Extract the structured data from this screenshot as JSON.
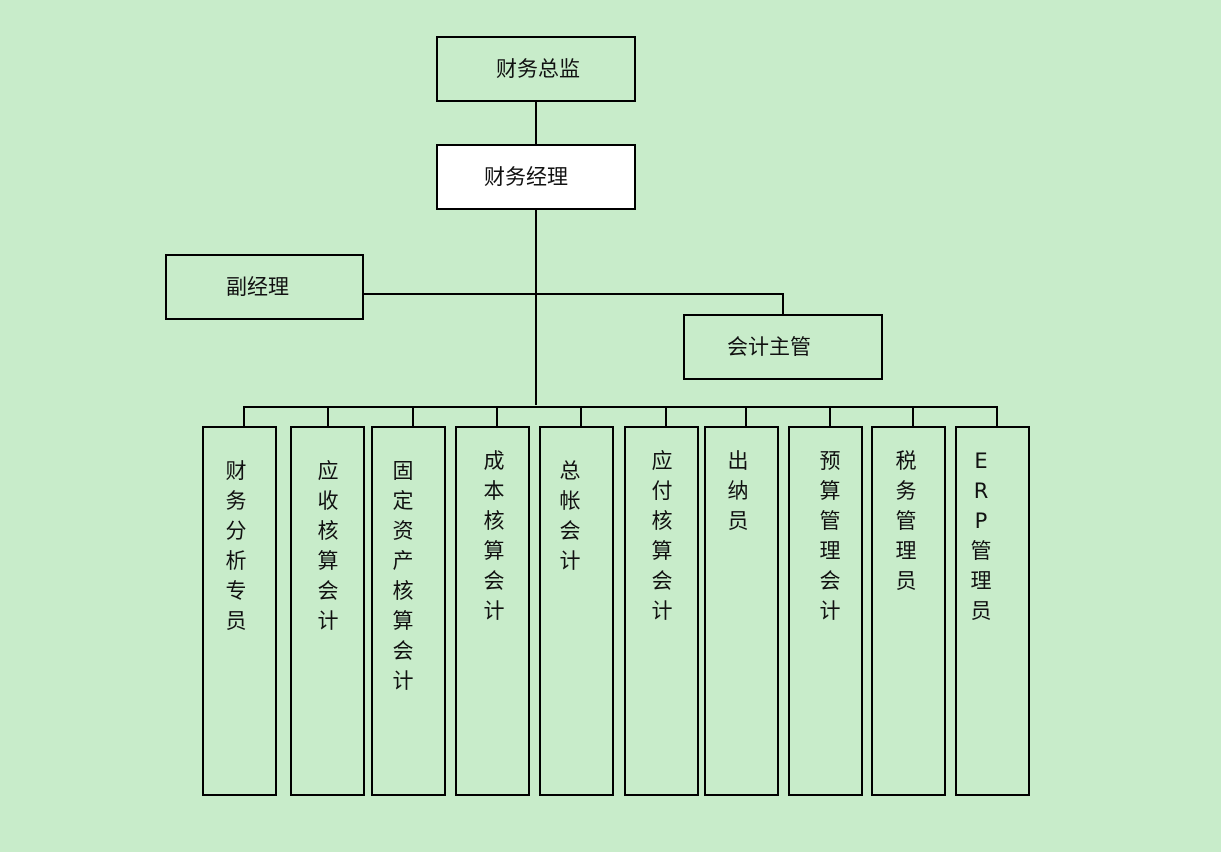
{
  "colors": {
    "background": "#c8ecca",
    "line": "#000000",
    "white_box": "#ffffff"
  },
  "org": {
    "director": "财务总监",
    "manager": "财务经理",
    "deputy": "副经理",
    "supervisor": "会计主管",
    "staff": [
      "财务分析专员",
      "应收核算会计",
      "固定资产核算会计",
      "成本核算会计",
      "总帐会计",
      "应付核算会计",
      "出纳员",
      "预算管理会计",
      "税务管理员",
      "ERP管理员"
    ]
  }
}
